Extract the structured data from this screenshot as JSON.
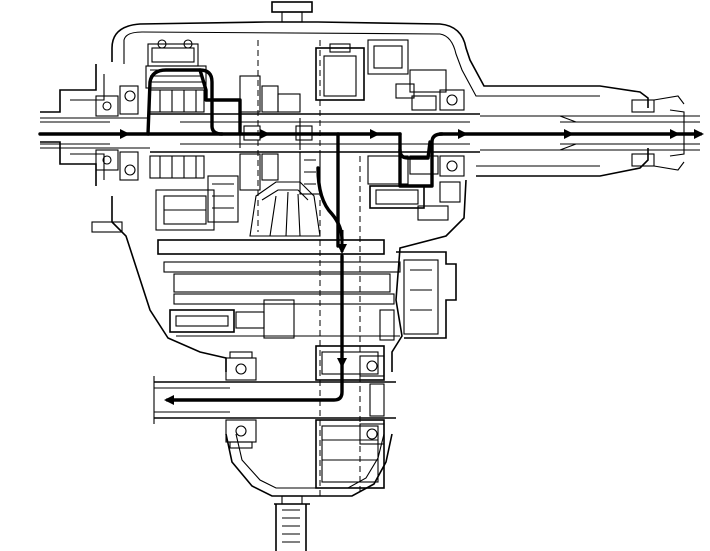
{
  "diagram": {
    "kind": "transfer case cross-section with power flow",
    "stroke_color": "#000000",
    "background_color": "#ffffff",
    "flow_color": "#000000",
    "flows": [
      {
        "id": "input-to-rear-output",
        "direction": "left-to-right"
      },
      {
        "id": "through-upper-gear-cluster",
        "direction": "down-and-across"
      },
      {
        "id": "drop-to-front-output",
        "direction": "downward-then-left"
      }
    ],
    "arrow_icons": [
      "arrow-right-icon",
      "arrow-down-icon",
      "arrow-left-icon"
    ]
  }
}
